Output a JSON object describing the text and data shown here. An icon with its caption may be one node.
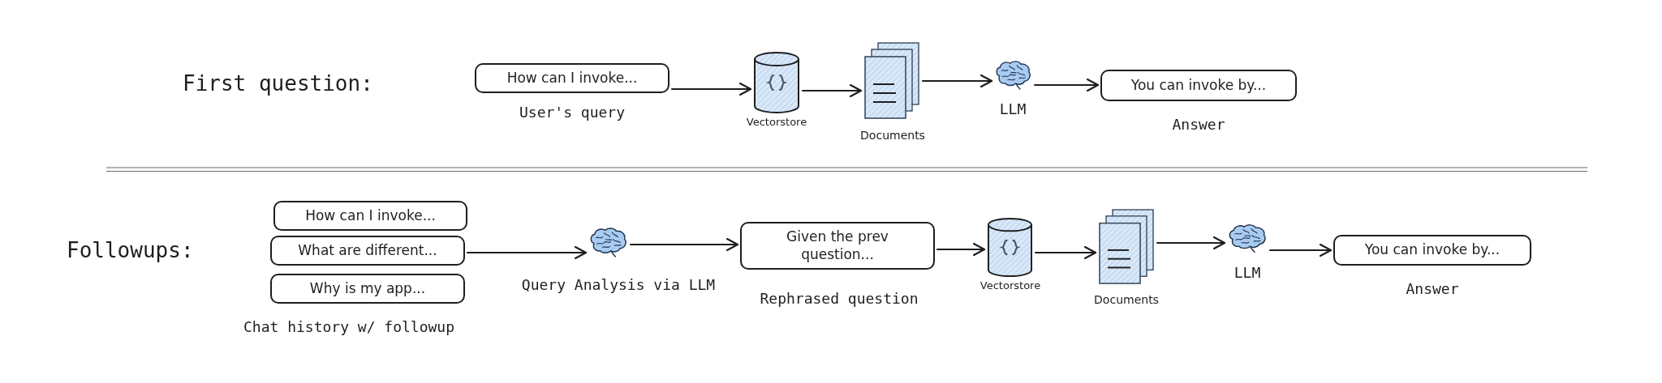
{
  "diagram": {
    "nodes": [
      {
        "text": [
          "How can I invoke..."
        ],
        "beside": [
          "User's query"
        ]
      },
      {
        "text": [],
        "shape": "cylinder",
        "beside": [
          "Vectorstore"
        ]
      },
      {
        "text": [],
        "shape": "documents",
        "beside": [
          "Documents"
        ]
      },
      {
        "text": [],
        "shape": "brain",
        "beside": [
          "LLM"
        ]
      },
      {
        "text": [
          "You can invoke by..."
        ],
        "beside": [
          "Answer"
        ]
      },
      {
        "text": [
          "How can I invoke..."
        ]
      },
      {
        "text": [
          "What are different..."
        ]
      },
      {
        "text": [
          "Why is my app..."
        ]
      },
      {
        "text": [],
        "shape": "brain",
        "beside": [
          "Query Analysis via LLM"
        ]
      },
      {
        "text": [
          "Given the prev question..."
        ],
        "beside": [
          "Rephrased question"
        ]
      },
      {
        "text": [],
        "shape": "cylinder",
        "beside": [
          "Vectorstore"
        ]
      },
      {
        "text": [],
        "shape": "documents",
        "beside": [
          "Documents"
        ]
      },
      {
        "text": [],
        "shape": "brain",
        "beside": [
          "LLM"
        ]
      },
      {
        "text": [
          "You can invoke by..."
        ],
        "beside": [
          "Answer"
        ]
      }
    ],
    "edges": [
      {
        "from": 0,
        "to": 1,
        "arrow": "to"
      },
      {
        "from": 1,
        "to": 2,
        "arrow": "to"
      },
      {
        "from": 2,
        "to": 3,
        "arrow": "to"
      },
      {
        "from": 3,
        "to": 4,
        "arrow": "to"
      },
      {
        "from": 6,
        "to": 8,
        "arrow": "to"
      },
      {
        "from": 8,
        "to": 9,
        "arrow": "to"
      },
      {
        "from": 9,
        "to": 10,
        "arrow": "to"
      },
      {
        "from": 10,
        "to": 11,
        "arrow": "to"
      },
      {
        "from": 11,
        "to": 12,
        "arrow": "to"
      },
      {
        "from": 12,
        "to": 13,
        "arrow": "to"
      }
    ],
    "labels": [
      "First question:",
      "Followups:",
      "Chat history w/ followup"
    ]
  }
}
